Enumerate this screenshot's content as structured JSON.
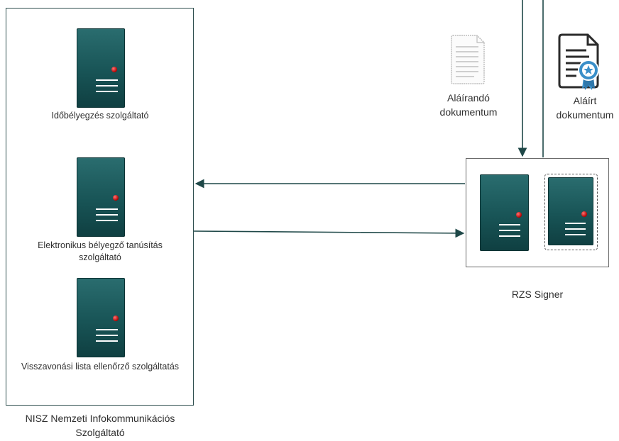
{
  "nisz": {
    "label": "NISZ Nemzeti Infokommunikációs Szolgáltató",
    "services": [
      {
        "label": "Időbélyegzés szolgáltató"
      },
      {
        "label": "Elektronikus bélyegző tanúsítás szolgáltató"
      },
      {
        "label": "Visszavonási lista ellenőrző szolgáltatás"
      }
    ]
  },
  "rzs": {
    "label": "RZS Signer"
  },
  "documents": {
    "to_sign": "Aláírandó dokumentum",
    "signed": "Aláírt dokumentum"
  },
  "colors": {
    "server": "#185456",
    "led": "#c00000",
    "line": "#1f4848",
    "badge": "#3a8fc9"
  }
}
